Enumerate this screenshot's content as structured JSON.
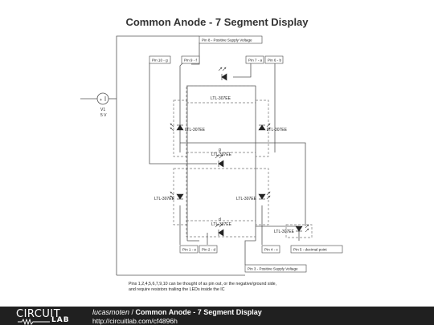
{
  "title": "Common Anode - 7 Segment Display",
  "pins": {
    "pin8": "Pin 8 - Positive Supply Voltage",
    "pin10": "Pin 10 - g",
    "pin9": "Pin 9 - f",
    "pin7": "Pin 7 - a",
    "pin6": "Pin 6 - b",
    "pin1": "Pin 1 - e",
    "pin2": "Pin 2 - d",
    "pin4": "Pin 4 - c",
    "pin5": "Pin 5 - decimal point",
    "pin3": "Pin 3 - Positive Supply Voltage"
  },
  "source": {
    "name": "V1",
    "value": "5 V"
  },
  "leds": {
    "a": "LTL-307EE",
    "f": "LTL-307EE",
    "b": "LTL-307EE",
    "g_letter": "g",
    "g": "LTL-307EE",
    "e": "LTL-307EE",
    "c": "LTL-307EE",
    "d_letter": "d",
    "d": "LTL-307EE",
    "dp": "LTL-307EE"
  },
  "note": {
    "line1": "Pins 1,2,4,5,6,7,9,10 can be thought of as pin out, or the negative/ground side,",
    "line2": "and require resistors trailing the LEDs inside the IC"
  },
  "footer": {
    "logo_top": "CIRCUIT",
    "logo_bottom": "LAB",
    "user": "lucasmoten",
    "separator": " / ",
    "circuit_name": "Common Anode - 7 Segment Display",
    "url": "http://circuitlab.com/cf4896h"
  }
}
